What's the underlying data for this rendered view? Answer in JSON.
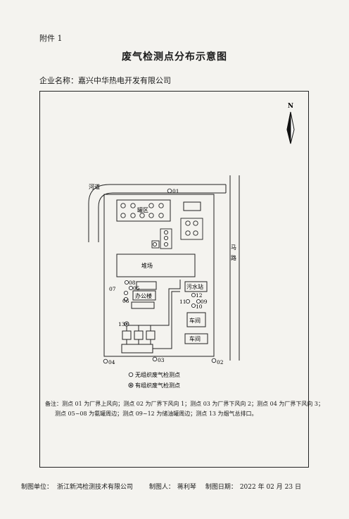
{
  "header": {
    "attachment": "附件 1",
    "title": "废气检测点分布示意图",
    "company_label": "企业名称：",
    "company_name": "嘉兴中华热电开发有限公司"
  },
  "map": {
    "north": "N",
    "river": "河道",
    "road": "马路",
    "areas": {
      "tank_area": "罐区",
      "yard": "堆场",
      "office": "办公楼",
      "sewage": "污水站",
      "workshop1": "车间",
      "workshop2": "车间"
    },
    "points": {
      "p01": "01",
      "p02": "02",
      "p03": "03",
      "p04": "04",
      "p05": "05",
      "p06": "06",
      "p07": "07",
      "p08": "08",
      "p09": "09",
      "p10": "10",
      "p11": "11",
      "p12": "12",
      "p13": "13"
    }
  },
  "legend": {
    "unorganized": "无组织废气检测点",
    "organized": "有组织废气检测点"
  },
  "notes": {
    "line1": "备注：测点 01 为厂界上风向；测点 02 为厂界下风向 1；测点 03 为厂界下风向 2；测点 04 为厂界下风向 3；",
    "line2": "测点 05~08 为氨罐周边；测点 09~12 为储油罐周边；测点 13 为烟气总排口。"
  },
  "footer": {
    "maker_unit_label": "制图单位：",
    "maker_unit": "浙江新鸿检测技术有限公司",
    "maker_label": "制图人：",
    "maker": "蒋利琴",
    "date_label": "制图日期：",
    "date": "2022 年 02 月 23 日"
  }
}
